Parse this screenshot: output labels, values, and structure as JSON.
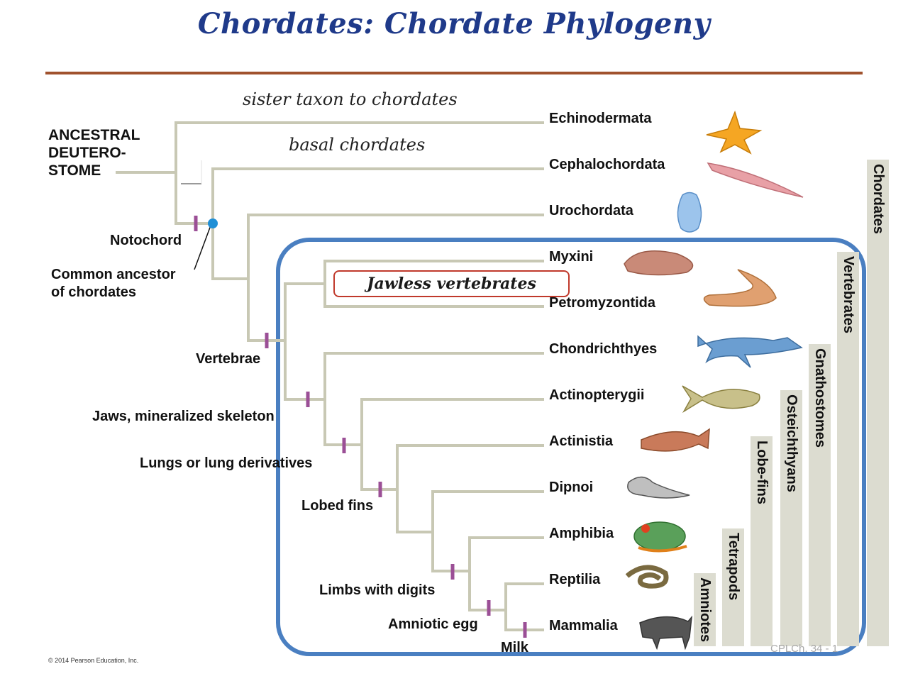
{
  "title": "Chordates: Chordate Phylogeny",
  "annotations": {
    "sister": "sister taxon to chordates",
    "basal": "basal chordates",
    "jawless": "Jawless vertebrates"
  },
  "ancestor": [
    "ANCESTRAL",
    "DEUTERO-",
    "STOME"
  ],
  "taxa": [
    "Echinodermata",
    "Cephalochordata",
    "Urochordata",
    "Myxini",
    "Petromyzontida",
    "Chondrichthyes",
    "Actinopterygii",
    "Actinistia",
    "Dipnoi",
    "Amphibia",
    "Reptilia",
    "Mammalia"
  ],
  "characters": {
    "notochord": "Notochord",
    "common_ancestor_1": "Common ancestor",
    "common_ancestor_2": "of chordates",
    "vertebrae": "Vertebrae",
    "jaws": "Jaws, mineralized skeleton",
    "lungs": "Lungs or lung derivatives",
    "lobed": "Lobed fins",
    "limbs": "Limbs with digits",
    "amniotic": "Amniotic egg",
    "milk": "Milk"
  },
  "clades": [
    "Chordates",
    "Vertebrates",
    "Gnathostomes",
    "Osteichthyans",
    "Lobe-fins",
    "Tetrapods",
    "Amniotes"
  ],
  "credit": "© 2014 Pearson Education, Inc.",
  "footer": "CPLCh. 34 - 1",
  "colors": {
    "branch": "#c8c8b4",
    "tick": "#9b4f96",
    "frame": "#4a7fc1",
    "node": "#1f8fd6",
    "title": "#1f3a8a"
  }
}
